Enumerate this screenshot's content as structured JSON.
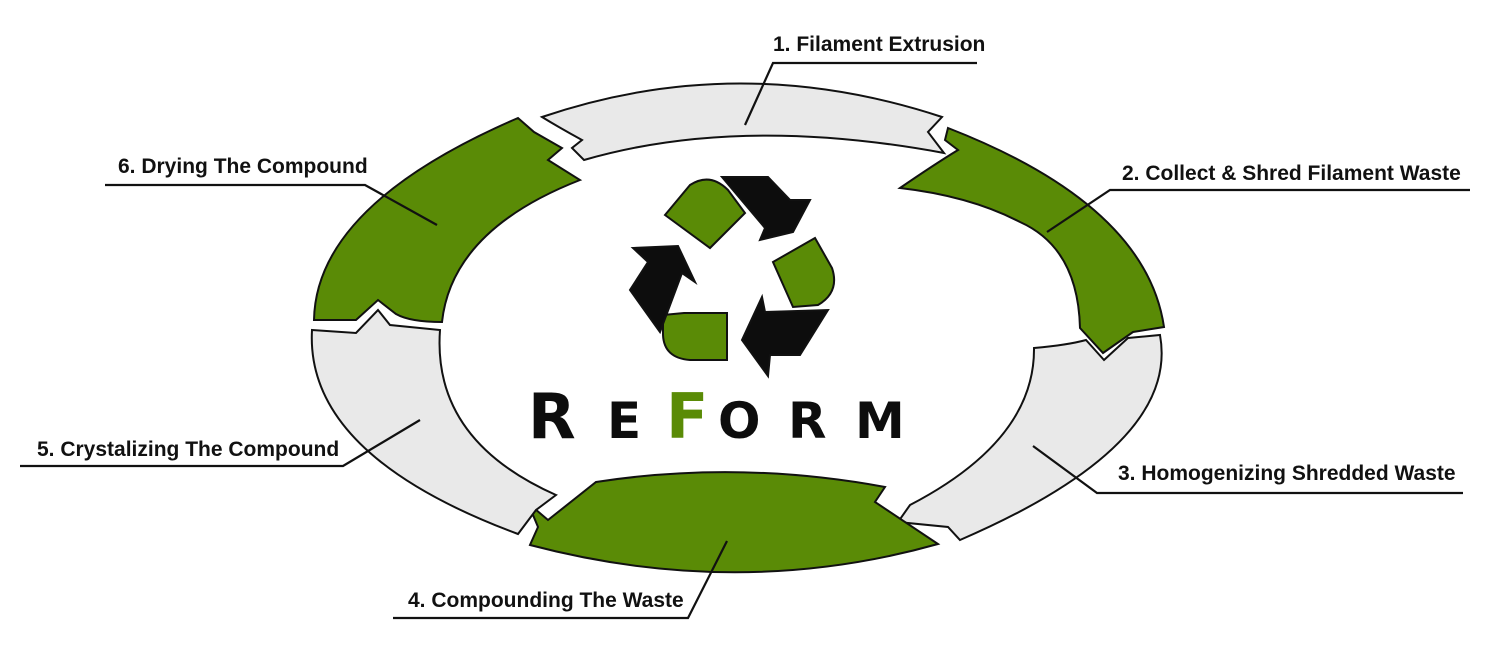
{
  "colors": {
    "green": "#5a8b06",
    "gray": "#e9e9e9",
    "outline": "#111111",
    "arrow_black": "#0d0d0d",
    "background": "#ffffff"
  },
  "steps": [
    {
      "label": "1. Filament Extrusion",
      "color": "gray"
    },
    {
      "label": "2. Collect & Shred Filament Waste",
      "color": "green"
    },
    {
      "label": "3. Homogenizing Shredded Waste",
      "color": "gray"
    },
    {
      "label": "4. Compounding The Waste",
      "color": "green"
    },
    {
      "label": "5. Crystalizing The Compound",
      "color": "gray"
    },
    {
      "label": "6. Drying The Compound",
      "color": "green"
    }
  ],
  "logo": {
    "letters": [
      "R",
      "E",
      "F",
      "O",
      "R",
      "M"
    ],
    "accent_letter_index": 2,
    "icon": "recycle-icon"
  }
}
